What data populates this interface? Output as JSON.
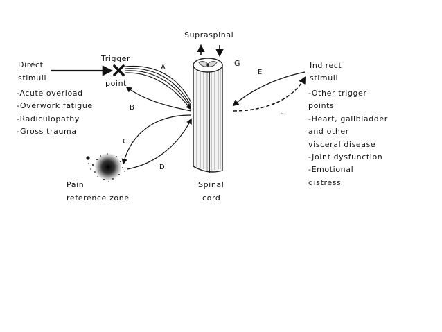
{
  "labels": {
    "supraspinal": "Supraspinal",
    "trigger": "Trigger",
    "point": "point",
    "direct_1": "Direct",
    "direct_2": "stimuli",
    "indirect_1": "Indirect",
    "indirect_2": "stimuli",
    "pain_1": "Pain",
    "pain_2": "reference zone",
    "spinal_1": "Spinal",
    "spinal_2": "cord",
    "path_a": "A",
    "path_b": "B",
    "path_c": "C",
    "path_d": "D",
    "path_e": "E",
    "path_f": "F",
    "path_g": "G"
  },
  "direct_causes": [
    "-Acute overload",
    "-Overwork fatigue",
    "-Radiculopathy",
    "-Gross trauma"
  ],
  "indirect_causes": [
    "-Other trigger",
    "points",
    "-Heart, gallbladder",
    "and other",
    "visceral disease",
    "-Joint dysfunction",
    "-Emotional",
    "distress"
  ],
  "colors": {
    "ink": "#111111",
    "background": "#ffffff"
  }
}
